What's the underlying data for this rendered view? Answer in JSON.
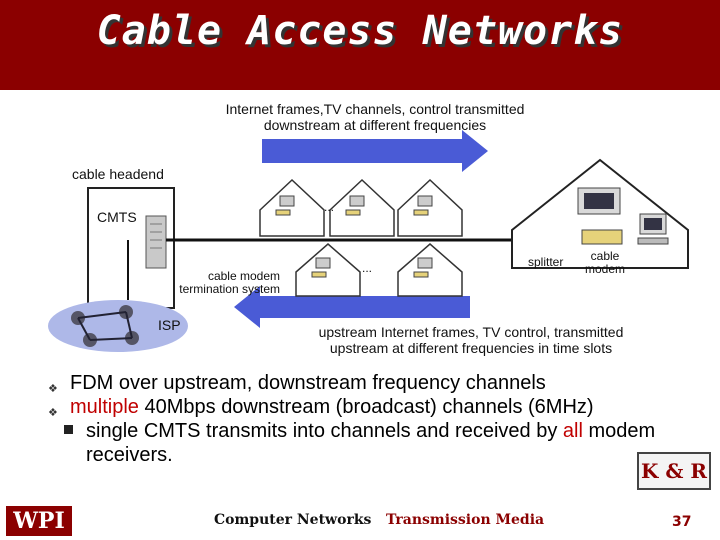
{
  "slide": {
    "title": "Cable Access Networks",
    "downstream_caption": "Internet frames,TV channels, control transmitted downstream at different frequencies",
    "upstream_caption": "upstream Internet frames, TV control, transmitted upstream at different frequencies in time slots",
    "labels": {
      "cable_headend": "cable headend",
      "cmts": "CMTS",
      "cmts_desc": "cable modem termination system",
      "isp": "ISP",
      "splitter": "splitter",
      "cable_modem": "cable modem",
      "ellipsis": "..."
    },
    "bullets": {
      "b1": "FDM over upstream, downstream frequency channels",
      "b2_red": "multiple",
      "b2_rest": " 40Mbps downstream (broadcast) channels (6MHz)",
      "sub_a": "single CMTS transmits into channels and received by ",
      "sub_red": "all",
      "sub_b": " modem receivers."
    },
    "footer": {
      "logo": "WPI",
      "course": "Computer Networks",
      "topic": "Transmission Media",
      "page": "37"
    },
    "badge": "K & R"
  },
  "colors": {
    "title_bg": "#8b0000",
    "arrow": "#4a5bd6",
    "accent_red": "#c00000"
  }
}
